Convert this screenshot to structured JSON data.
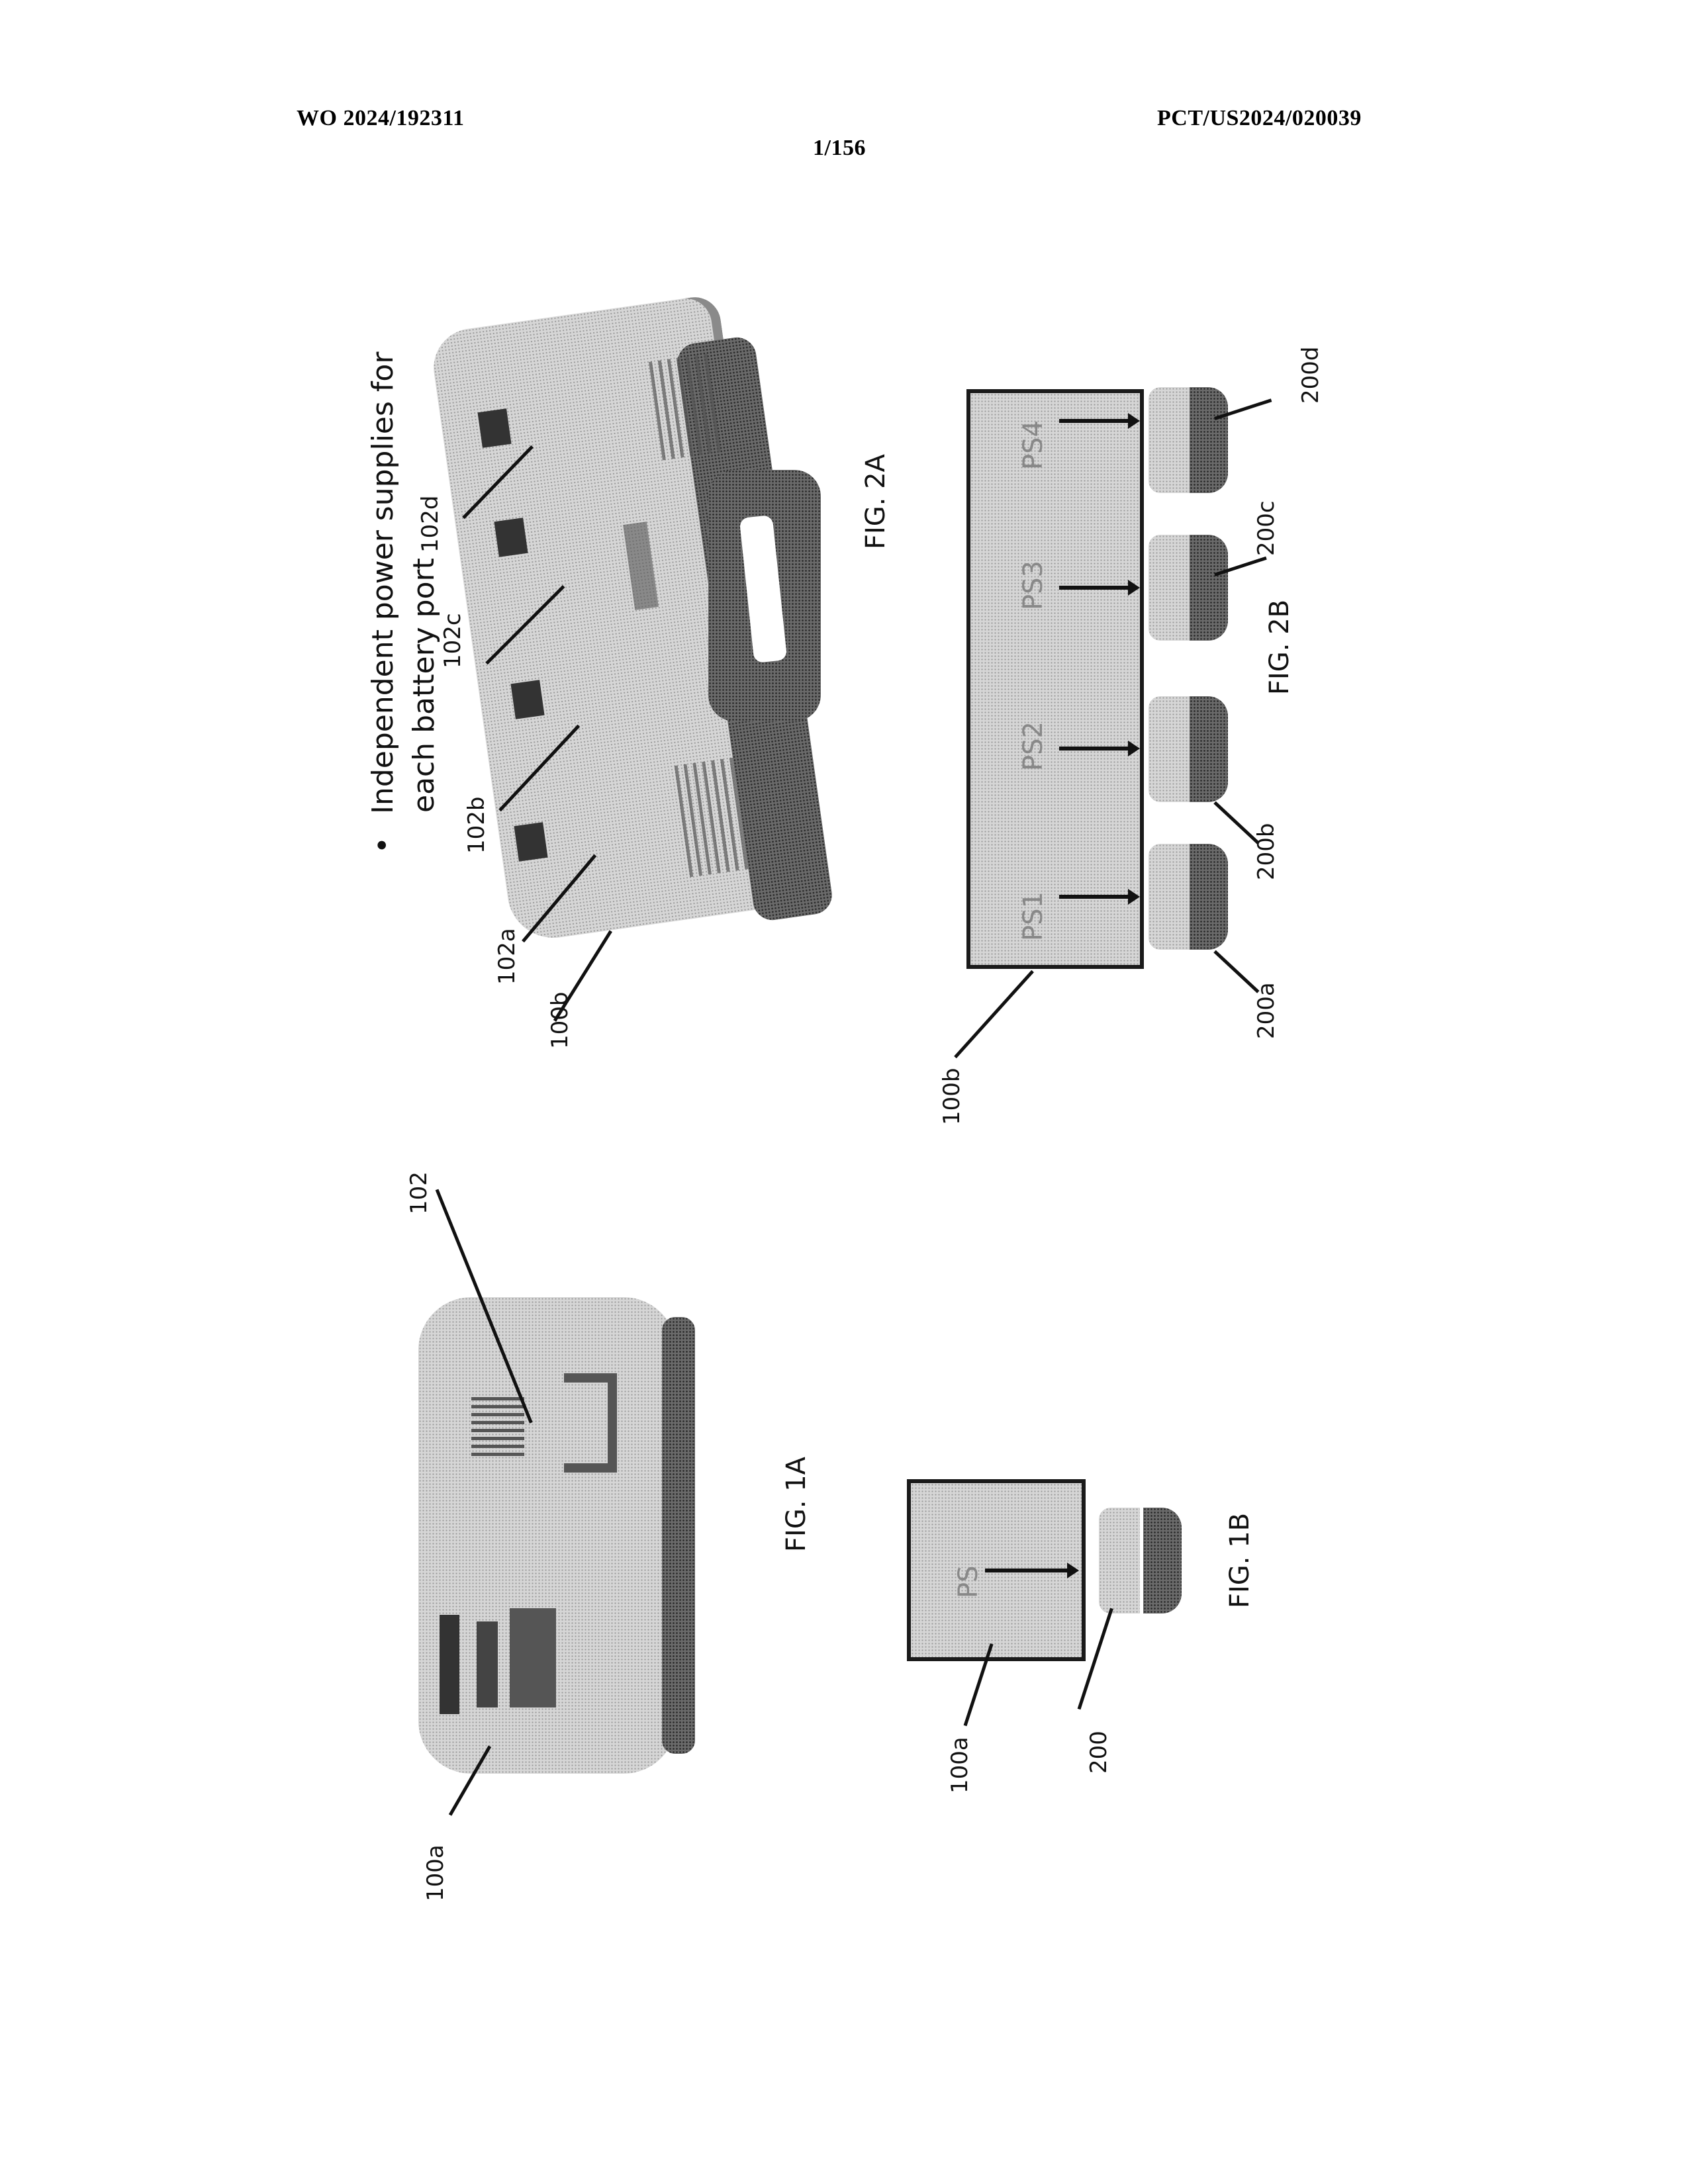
{
  "header": {
    "publication_number": "WO 2024/192311",
    "application_number": "PCT/US2024/020039",
    "sheet": "1/156"
  },
  "figures": {
    "fig2a": {
      "label": "FIG. 2A",
      "bullet_symbol": "•",
      "bullet_line1": "Independent power supplies for",
      "bullet_line2": "each battery port",
      "refs": {
        "charger": "100b",
        "port_a": "102a",
        "port_b": "102b",
        "port_c": "102c",
        "port_d": "102d"
      }
    },
    "fig2b": {
      "label": "FIG. 2B",
      "charger_ref": "100b",
      "power_supplies": [
        "PS1",
        "PS2",
        "PS3",
        "PS4"
      ],
      "battery_refs": [
        "200a",
        "200b",
        "200c",
        "200d"
      ]
    },
    "fig1a": {
      "label": "FIG. 1A",
      "refs": {
        "charger": "100a",
        "port": "102"
      }
    },
    "fig1b": {
      "label": "FIG. 1B",
      "charger_ref": "100a",
      "power_supply": "PS",
      "battery_ref": "200"
    }
  },
  "colors": {
    "ink": "#111111",
    "stipple_light": "#d6d6d6",
    "stipple_dark": "#6a6a6a"
  }
}
